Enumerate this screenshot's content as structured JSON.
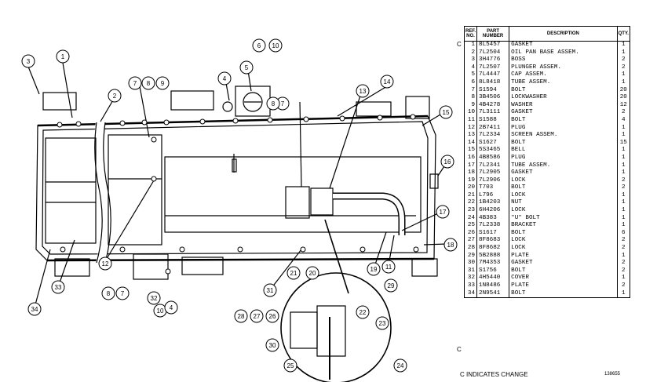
{
  "table": {
    "headers": {
      "ref": "REF. NO.",
      "part": "PART NUMBER",
      "desc": "DESCRIPTION",
      "qty": "QTY."
    },
    "rows": [
      {
        "ref": "1",
        "part": "8L5457",
        "desc": "GASKET",
        "qty": "1",
        "change": "C"
      },
      {
        "ref": "2",
        "part": "7L2504",
        "desc": "OIL PAN BASE ASSEM.",
        "qty": "1",
        "change": ""
      },
      {
        "ref": "3",
        "part": "3H4776",
        "desc": "   BOSS",
        "qty": "2",
        "change": ""
      },
      {
        "ref": "4",
        "part": "7L2507",
        "desc": "PLUNGER ASSEM.",
        "qty": "2",
        "change": ""
      },
      {
        "ref": "5",
        "part": "7L4447",
        "desc": "CAP ASSEM.",
        "qty": "1",
        "change": ""
      },
      {
        "ref": "6",
        "part": "8L8418",
        "desc": "TUBE ASSEM.",
        "qty": "1",
        "change": ""
      },
      {
        "ref": "7",
        "part": "S1594",
        "desc": "BOLT",
        "qty": "20",
        "change": ""
      },
      {
        "ref": "8",
        "part": "3B4506",
        "desc": "LOCKWASHER",
        "qty": "20",
        "change": ""
      },
      {
        "ref": "9",
        "part": "4B4278",
        "desc": "WASHER",
        "qty": "12",
        "change": ""
      },
      {
        "ref": "10",
        "part": "7L3111",
        "desc": "GASKET",
        "qty": "2",
        "change": ""
      },
      {
        "ref": "11",
        "part": "S1588",
        "desc": "BOLT",
        "qty": "4",
        "change": ""
      },
      {
        "ref": "12",
        "part": "2B7411",
        "desc": "PLUG",
        "qty": "1",
        "change": ""
      },
      {
        "ref": "13",
        "part": "7L2334",
        "desc": "SCREEN ASSEM.",
        "qty": "1",
        "change": ""
      },
      {
        "ref": "14",
        "part": "S1627",
        "desc": "BOLT",
        "qty": "15",
        "change": ""
      },
      {
        "ref": "15",
        "part": "5S3465",
        "desc": "BELL",
        "qty": "1",
        "change": ""
      },
      {
        "ref": "16",
        "part": "4B8586",
        "desc": "PLUG",
        "qty": "1",
        "change": ""
      },
      {
        "ref": "17",
        "part": "7L2341",
        "desc": "TUBE ASSEM.",
        "qty": "1",
        "change": ""
      },
      {
        "ref": "18",
        "part": "7L2905",
        "desc": "GASKET",
        "qty": "1",
        "change": ""
      },
      {
        "ref": "19",
        "part": "7L2906",
        "desc": "LOCK",
        "qty": "2",
        "change": ""
      },
      {
        "ref": "20",
        "part": "T703",
        "desc": "BOLT",
        "qty": "2",
        "change": ""
      },
      {
        "ref": "21",
        "part": "L796",
        "desc": "LOCK",
        "qty": "1",
        "change": ""
      },
      {
        "ref": "22",
        "part": "1B4203",
        "desc": "NUT",
        "qty": "1",
        "change": ""
      },
      {
        "ref": "23",
        "part": "6H4206",
        "desc": "LOCK",
        "qty": "1",
        "change": ""
      },
      {
        "ref": "24",
        "part": "4B383",
        "desc": "\"U\" BOLT",
        "qty": "1",
        "change": ""
      },
      {
        "ref": "25",
        "part": "7L2338",
        "desc": "BRACKET",
        "qty": "1",
        "change": ""
      },
      {
        "ref": "26",
        "part": "S1617",
        "desc": "BOLT",
        "qty": "6",
        "change": ""
      },
      {
        "ref": "27",
        "part": "8F8683",
        "desc": "LOCK",
        "qty": "2",
        "change": ""
      },
      {
        "ref": "28",
        "part": "8F8682",
        "desc": "LOCK",
        "qty": "2",
        "change": ""
      },
      {
        "ref": "29",
        "part": "5B2888",
        "desc": "PLATE",
        "qty": "1",
        "change": ""
      },
      {
        "ref": "30",
        "part": "7M4353",
        "desc": "GASKET",
        "qty": "2",
        "change": ""
      },
      {
        "ref": "31",
        "part": "S1756",
        "desc": "BOLT",
        "qty": "2",
        "change": ""
      },
      {
        "ref": "32",
        "part": "4H5440",
        "desc": "COVER",
        "qty": "1",
        "change": ""
      },
      {
        "ref": "33",
        "part": "1N8486",
        "desc": "PLATE",
        "qty": "2",
        "change": ""
      },
      {
        "ref": "34",
        "part": "2N9541",
        "desc": "BOLT",
        "qty": "1",
        "change": "C"
      }
    ]
  },
  "callouts": [
    "1",
    "2",
    "3",
    "4",
    "5",
    "6",
    "7",
    "8",
    "9",
    "10",
    "11",
    "12",
    "13",
    "14",
    "15",
    "16",
    "17",
    "18",
    "19",
    "20",
    "21",
    "22",
    "23",
    "24",
    "25",
    "26",
    "27",
    "28",
    "29",
    "30",
    "31",
    "32",
    "33",
    "34"
  ],
  "legend": {
    "change_note": "C INDICATES CHANGE"
  },
  "drawing": {
    "number": "138655"
  }
}
